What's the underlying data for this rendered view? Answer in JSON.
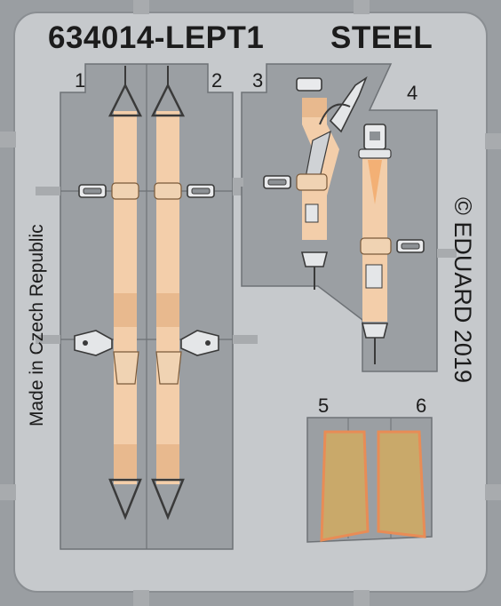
{
  "sheet": {
    "code": "634014-LEPT1",
    "material": "STEEL",
    "side_text": "Made in Czech Republic",
    "copyright": "© EDUARD 2019"
  },
  "parts": [
    {
      "label": "1"
    },
    {
      "label": "2"
    },
    {
      "label": "3"
    },
    {
      "label": "4"
    },
    {
      "label": "5"
    },
    {
      "label": "6"
    }
  ],
  "colors": {
    "background": "#9a9ea2",
    "frame": "#c6c9cc",
    "sprue": "#a8abae",
    "strap": "#f3ceaa",
    "pad": "#c9a96a",
    "pad_outline": "#e88c56",
    "hardware": "#eceeef",
    "text": "#1c1c1c"
  }
}
